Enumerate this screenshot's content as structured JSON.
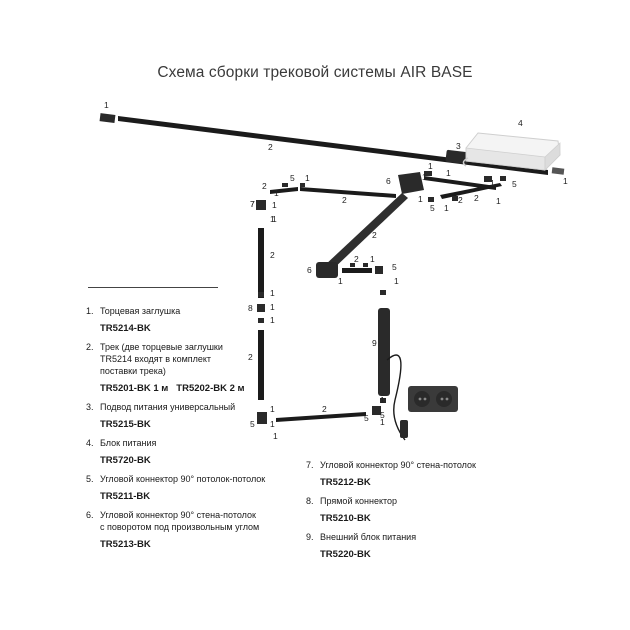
{
  "title": "Схема сборки трековой системы AIR BASE",
  "legend_left": [
    {
      "num": "1.",
      "text": "Торцевая заглушка",
      "codes": [
        "TR5214-BK"
      ]
    },
    {
      "num": "2.",
      "text": "Трек (две торцевые заглушки\nTR5214 входят в комплект\nпоставки трека)",
      "codes": [
        "TR5201-BK  1 м",
        "TR5202-BK  2 м"
      ]
    },
    {
      "num": "3.",
      "text": "Подвод питания универсальный",
      "codes": [
        "TR5215-BK"
      ]
    },
    {
      "num": "4.",
      "text": "Блок питания",
      "codes": [
        "TR5720-BK"
      ]
    },
    {
      "num": "5.",
      "text": "Угловой коннектор 90° потолок-потолок",
      "codes": [
        "TR5211-BK"
      ]
    },
    {
      "num": "6.",
      "text": "Угловой коннектор 90° стена-потолок\nс поворотом под произвольным углом",
      "codes": [
        "TR5213-BK"
      ]
    }
  ],
  "legend_right": [
    {
      "num": "7.",
      "text": "Угловой коннектор 90° стена-потолок",
      "codes": [
        "TR5212-BK"
      ]
    },
    {
      "num": "8.",
      "text": "Прямой коннектор",
      "codes": [
        "TR5210-BK"
      ]
    },
    {
      "num": "9.",
      "text": "Внешний блок питания",
      "codes": [
        "TR5220-BK"
      ]
    }
  ],
  "callouts": [
    {
      "id": "c1",
      "label": "1"
    },
    {
      "id": "c2",
      "label": "2"
    },
    {
      "id": "c3",
      "label": "3"
    },
    {
      "id": "c4",
      "label": "4"
    },
    {
      "id": "c5",
      "label": "1"
    },
    {
      "id": "c6",
      "label": "1"
    },
    {
      "id": "c7",
      "label": "2"
    },
    {
      "id": "c8",
      "label": "5"
    },
    {
      "id": "c9",
      "label": "1"
    },
    {
      "id": "c10",
      "label": "6"
    },
    {
      "id": "c11",
      "label": "1"
    },
    {
      "id": "c12",
      "label": "2"
    },
    {
      "id": "c13",
      "label": "5"
    },
    {
      "id": "c14",
      "label": "1"
    },
    {
      "id": "c15",
      "label": "7"
    },
    {
      "id": "c16",
      "label": "1"
    },
    {
      "id": "c17",
      "label": "1"
    },
    {
      "id": "c18",
      "label": "2"
    },
    {
      "id": "c19",
      "label": "1"
    },
    {
      "id": "c20",
      "label": "5"
    },
    {
      "id": "c21",
      "label": "1"
    },
    {
      "id": "c22",
      "label": "2"
    },
    {
      "id": "c23",
      "label": "1"
    },
    {
      "id": "c24",
      "label": "1"
    },
    {
      "id": "c25",
      "label": "7"
    },
    {
      "id": "c26",
      "label": "2"
    },
    {
      "id": "c27",
      "label": "1"
    },
    {
      "id": "c28",
      "label": "2"
    },
    {
      "id": "c29",
      "label": "6"
    },
    {
      "id": "c30",
      "label": "1"
    },
    {
      "id": "c31",
      "label": "2"
    },
    {
      "id": "c32",
      "label": "5"
    },
    {
      "id": "c33",
      "label": "1"
    },
    {
      "id": "c34",
      "label": "1"
    },
    {
      "id": "c35",
      "label": "8"
    },
    {
      "id": "c36",
      "label": "1"
    },
    {
      "id": "c37",
      "label": "1"
    },
    {
      "id": "c38",
      "label": "1"
    },
    {
      "id": "c39",
      "label": "9"
    },
    {
      "id": "c40",
      "label": "2"
    },
    {
      "id": "c41",
      "label": "1"
    },
    {
      "id": "c42",
      "label": "5"
    },
    {
      "id": "c43",
      "label": "1"
    },
    {
      "id": "c44",
      "label": "2"
    },
    {
      "id": "c45",
      "label": "5"
    },
    {
      "id": "c46",
      "label": "1"
    },
    {
      "id": "c47",
      "label": "1"
    },
    {
      "id": "c48",
      "label": "1"
    },
    {
      "id": "c49",
      "label": "5"
    },
    {
      "id": "c50",
      "label": "1"
    }
  ],
  "colors": {
    "track": "#1b1b1b",
    "connector": "#2a2a2a",
    "psu": "#f2f2f2",
    "socket": "#3a3a3a"
  }
}
